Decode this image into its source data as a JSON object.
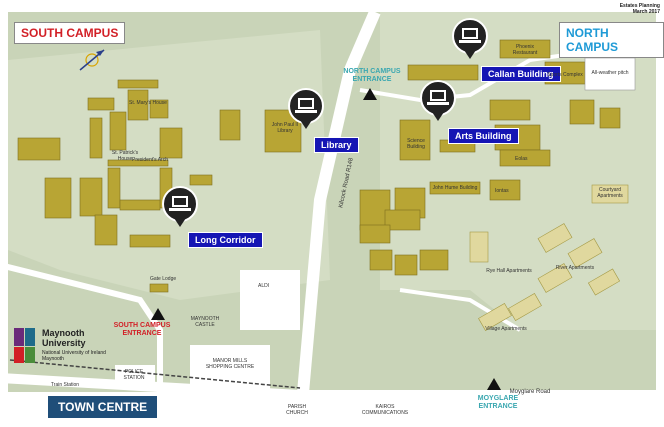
{
  "map": {
    "date_line1": "Estates Planning",
    "date_line2": "March 2017",
    "campus_labels": {
      "south": "SOUTH CAMPUS",
      "north": "NORTH CAMPUS",
      "town": "TOWN CENTRE"
    },
    "entrances": {
      "north": "NORTH CAMPUS ENTRANCE",
      "south": "SOUTH CAMPUS ENTRANCE",
      "moyglare": "MOYGLARE ENTRANCE"
    },
    "pins": {
      "callan": "Callan Building",
      "library": "Library",
      "arts": "Arts Building",
      "long_corridor": "Long Corridor"
    },
    "roads": {
      "moyglare": "Moyglare Road",
      "kilcock": "Kilcock Road R148",
      "train": "Train Station"
    },
    "places": {
      "aldi": "ALDI",
      "castle": "MAYNOOTH CASTLE",
      "manor_mills": "MANOR MILLS SHOPPING CENTRE",
      "police": "POLICE STATION",
      "parish": "PARISH CHURCH",
      "kairos": "KAIROS COMMUNICATIONS",
      "gate_lodge": "Gate Lodge",
      "st_marys": "St. Mary's House",
      "st_patricks": "St. Patrick's House",
      "presidents_arch": "President's Arch",
      "john_paul": "John Paul II Library",
      "science": "Science Building",
      "john_hume": "John Hume Building",
      "iontas": "Iontas",
      "eolas": "Eolas",
      "courtyard": "Courtyard Apartments",
      "river": "River Apartments",
      "village": "Village Apartments",
      "rye_hall": "Rye Hall Apartments",
      "sports": "Sports Complex",
      "phoenix": "Phoenix Restaurant",
      "all_weather": "All-weather pitch"
    },
    "logo": {
      "name": "Maynooth University",
      "sub": "National University of Ireland Maynooth"
    }
  }
}
